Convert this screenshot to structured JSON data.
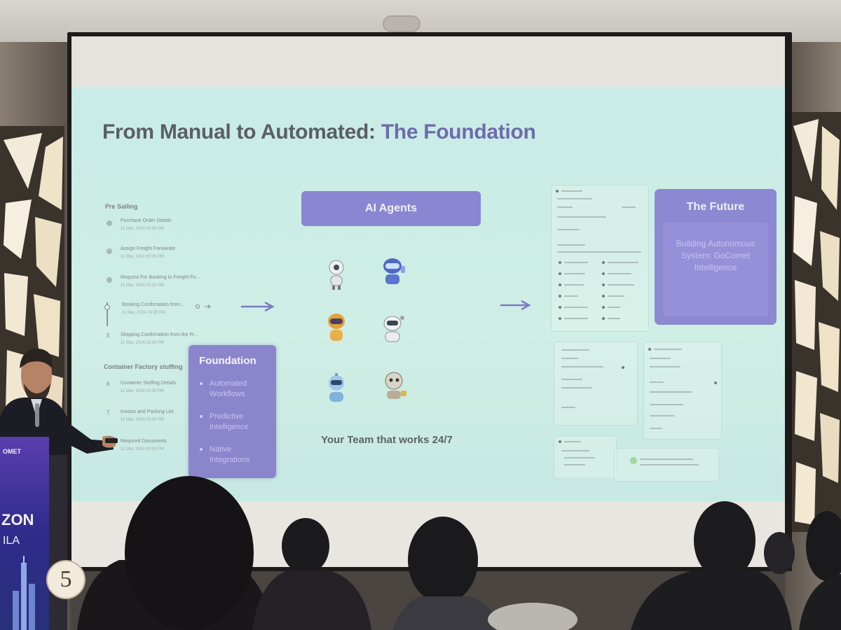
{
  "slide": {
    "title_prefix": "From Manual to Automated:",
    "title_accent": "The Foundation",
    "timeline": {
      "section1": "Pre Sailing",
      "section2": "Container Factory stuffing",
      "steps": [
        {
          "num": "",
          "name": "Purchase Order Details",
          "date": "11 Mar, 2024 03:30 PM"
        },
        {
          "num": "",
          "name": "Assign Freight Forwarder",
          "date": "11 Mar, 2024 03:30 PM"
        },
        {
          "num": "",
          "name": "Request For Booking to Freight Fo...",
          "date": "11 Mar, 2024 03:30 PM"
        },
        {
          "num": "",
          "name": "Booking Confirmation from...",
          "date": "11 Mar, 2024 03:30 PM"
        },
        {
          "num": "5",
          "name": "Shipping Confirmation from the Fr...",
          "date": "11 Mar, 2024 03:30 PM"
        },
        {
          "num": "6",
          "name": "Container Stuffing Details",
          "date": "11 Mar, 2024 03:30 PM"
        },
        {
          "num": "7",
          "name": "Invoice and Packing List",
          "date": "11 Mar, 2024 03:30 PM"
        },
        {
          "num": "",
          "name": "Required Documents",
          "date": "11 Mar, 2024 03:30 PM"
        }
      ]
    },
    "foundation": {
      "heading": "Foundation",
      "items": [
        "Automated Workflows",
        "Predictive Intelligence",
        "Native Integrations"
      ]
    },
    "agents": {
      "heading": "AI Agents",
      "caption": "Your Team that works 24/7"
    },
    "future": {
      "heading": "The Future",
      "body": "Building Autonomous System: GoComet Intelligence"
    }
  },
  "venue": {
    "podium_lines": [
      "OMET",
      "ZON",
      "ILA"
    ],
    "table_number": "5"
  },
  "colors": {
    "accent": "#6e6aae",
    "card": "#8b85cc",
    "slide_bg": "#c9ece6"
  }
}
